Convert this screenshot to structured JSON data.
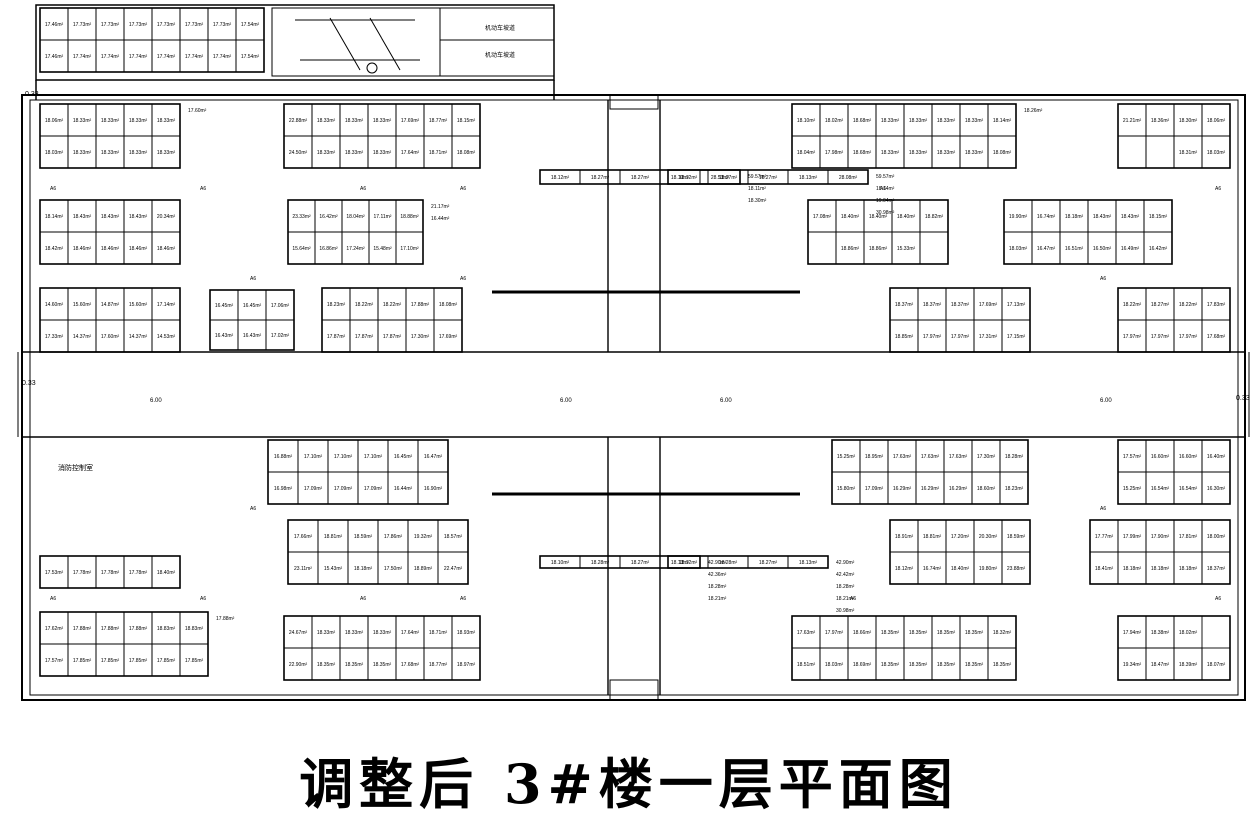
{
  "caption": "调整后 3#楼一层平面图",
  "labels": {
    "elevation": "0.33",
    "ramp_up": "机动车坡道",
    "ramp_down": "机动车坡道",
    "control_room": "消防控制室",
    "door": "A6",
    "corridor": "6.00"
  },
  "blocks": [
    {
      "id": "top-left-wing",
      "rows": [
        [
          "17.46",
          "17.73",
          "17.73",
          "17.73",
          "17.73",
          "17.73",
          "17.73",
          "17.54"
        ],
        [
          "17.46",
          "17.74",
          "17.74",
          "17.74",
          "17.74",
          "17.74",
          "17.74",
          "17.54"
        ]
      ]
    },
    {
      "id": "nw-block",
      "rows": [
        [
          "18.06",
          "18.33",
          "18.33",
          "18.33",
          "18.33"
        ],
        [
          "18.03",
          "18.33",
          "18.33",
          "18.33",
          "18.33"
        ]
      ],
      "side": "17.60"
    },
    {
      "id": "nw-block-2",
      "rows": [
        [
          "22.88",
          "18.33",
          "18.33",
          "18.33",
          "17.69",
          "18.77",
          "18.15"
        ],
        [
          "24.50",
          "18.33",
          "18.33",
          "18.33",
          "17.64",
          "18.71",
          "18.08"
        ]
      ]
    },
    {
      "id": "w-block-a",
      "rows": [
        [
          "18.14",
          "18.43",
          "18.43",
          "18.43",
          "20.34"
        ],
        [
          "18.42",
          "18.46",
          "18.46",
          "18.46",
          "18.46"
        ]
      ]
    },
    {
      "id": "w-block-b",
      "rows": [
        [
          "23.33",
          "16.42",
          "18.04",
          "17.11",
          "18.88"
        ],
        [
          "15.64",
          "16.86",
          "17.24",
          "15.48",
          "17.10"
        ]
      ],
      "extra": [
        "21.17",
        "16.44"
      ]
    },
    {
      "id": "w-block-c",
      "rows": [
        [
          "14.60",
          "15.60",
          "14.87",
          "15.60",
          "17.14"
        ],
        [
          "17.33",
          "14.37",
          "17.60",
          "14.37",
          "14.53"
        ]
      ]
    },
    {
      "id": "w-block-d",
      "rows": [
        [
          "16.45",
          "16.45",
          "17.06"
        ],
        [
          "16.43",
          "16.43",
          "17.02"
        ]
      ]
    },
    {
      "id": "w-block-e",
      "rows": [
        [
          "18.23",
          "18.22",
          "18.22",
          "17.88",
          "18.08"
        ],
        [
          "17.87",
          "17.87",
          "17.87",
          "17.30",
          "17.69"
        ]
      ]
    },
    {
      "id": "center-north",
      "rows": [
        [
          "18.12",
          "18.27",
          "18.27",
          "18.10",
          "28.53"
        ]
      ],
      "big": "59.57",
      "pair": [
        "18.11",
        "18.30"
      ]
    },
    {
      "id": "center-north-r",
      "rows": [
        [
          "18.12",
          "18.27",
          "18.27",
          "18.13",
          "28.08"
        ]
      ],
      "big": "59.57",
      "pair": [
        "18.14",
        "19.04",
        "30.98"
      ]
    },
    {
      "id": "ne-block",
      "rows": [
        [
          "18.10",
          "18.02",
          "18.68",
          "18.33",
          "18.33",
          "18.33",
          "18.33",
          "18.14"
        ],
        [
          "18.04",
          "17.98",
          "18.68",
          "18.33",
          "18.33",
          "18.33",
          "18.33",
          "18.08"
        ]
      ],
      "side": "18.26"
    },
    {
      "id": "ne-corner",
      "rows": [
        [
          "21.21",
          "18.36",
          "18.30",
          "18.06"
        ],
        [
          "",
          "",
          "18.31",
          "18.03"
        ]
      ]
    },
    {
      "id": "e-block-a",
      "rows": [
        [
          "17.08",
          "18.40",
          "18.40",
          "18.40",
          "18.82"
        ],
        [
          "",
          "18.86",
          "18.86",
          "15.33",
          ""
        ]
      ]
    },
    {
      "id": "e-block-b",
      "rows": [
        [
          "19.90",
          "16.74",
          "18.18",
          "18.43",
          "18.43",
          "18.15"
        ],
        [
          "18.03",
          "16.47",
          "16.51",
          "16.50",
          "16.49",
          "16.42"
        ]
      ]
    },
    {
      "id": "e-block-c",
      "rows": [
        [
          "18.37",
          "18.37",
          "18.37",
          "17.69",
          "17.13"
        ],
        [
          "18.85",
          "17.97",
          "17.97",
          "17.31",
          "17.15"
        ]
      ]
    },
    {
      "id": "e-block-d",
      "rows": [
        [
          "18.22",
          "18.27",
          "18.22",
          "17.83"
        ],
        [
          "17.97",
          "17.97",
          "17.97",
          "17.68"
        ]
      ]
    },
    {
      "id": "sw-block-a",
      "rows": [
        [
          "16.88",
          "17.10",
          "17.10",
          "17.10",
          "16.45",
          "16.47"
        ],
        [
          "16.98",
          "17.09",
          "17.09",
          "17.09",
          "16.44",
          "16.90"
        ]
      ]
    },
    {
      "id": "sw-block-b",
      "rows": [
        [
          "17.66",
          "18.81",
          "18.59",
          "17.86",
          "19.32",
          "18.57"
        ],
        [
          "23.11",
          "15.43",
          "18.18",
          "17.50",
          "18.89",
          "22.47"
        ]
      ]
    },
    {
      "id": "sw-block-c",
      "rows": [
        [
          "17.53",
          "17.78",
          "17.78",
          "17.78",
          "18.40"
        ]
      ]
    },
    {
      "id": "sw-block-d",
      "rows": [
        [
          "17.62",
          "17.88",
          "17.88",
          "17.88",
          "18.83",
          "18.83"
        ],
        [
          "17.57",
          "17.85",
          "17.85",
          "17.85",
          "17.85",
          "17.85"
        ]
      ],
      "side": "17.88"
    },
    {
      "id": "sw-block-e",
      "rows": [
        [
          "24.67",
          "18.33",
          "18.33",
          "18.33",
          "17.64",
          "18.71",
          "18.93"
        ],
        [
          "22.90",
          "18.35",
          "18.35",
          "18.35",
          "17.68",
          "18.77",
          "18.97"
        ]
      ]
    },
    {
      "id": "center-south",
      "rows": [
        [
          "18.10",
          "18.28",
          "18.27",
          "18.13"
        ]
      ],
      "big": "42.90",
      "big2": "42.36",
      "pair": [
        "18.28",
        "18.21"
      ]
    },
    {
      "id": "center-south-r",
      "rows": [
        [
          "18.12",
          "18.28",
          "18.27",
          "18.13"
        ]
      ],
      "big": "42.90",
      "big2": "42.42",
      "pair": [
        "18.28",
        "18.21",
        "30.98"
      ]
    },
    {
      "id": "se-block-a",
      "rows": [
        [
          "15.25",
          "18.95",
          "17.63",
          "17.63",
          "17.63",
          "17.30",
          "18.28"
        ],
        [
          "15.80",
          "17.09",
          "16.29",
          "16.29",
          "16.29",
          "18.60",
          "18.23"
        ]
      ]
    },
    {
      "id": "se-block-b",
      "rows": [
        [
          "17.57",
          "16.60",
          "16.60",
          "16.40"
        ],
        [
          "15.25",
          "16.54",
          "16.54",
          "16.30"
        ]
      ]
    },
    {
      "id": "se-block-c",
      "rows": [
        [
          "18.91",
          "18.81",
          "17.20",
          "20.30",
          "18.59"
        ],
        [
          "18.12",
          "16.74",
          "18.40",
          "19.80",
          "23.88"
        ]
      ]
    },
    {
      "id": "se-block-d",
      "rows": [
        [
          "17.77",
          "17.99",
          "17.90",
          "17.81",
          "18.00"
        ],
        [
          "18.41",
          "18.18",
          "18.18",
          "18.18",
          "18.37"
        ]
      ]
    },
    {
      "id": "se-block-e",
      "rows": [
        [
          "17.63",
          "17.97",
          "18.66",
          "18.35",
          "18.35",
          "18.35",
          "18.35",
          "18.32"
        ],
        [
          "18.51",
          "18.03",
          "18.69",
          "18.35",
          "18.35",
          "18.35",
          "18.35",
          "18.35"
        ]
      ]
    },
    {
      "id": "se-corner",
      "rows": [
        [
          "17.94",
          "18.38",
          "18.02"
        ],
        [
          "19.34",
          "18.47",
          "18.39",
          "18.07"
        ]
      ]
    }
  ]
}
